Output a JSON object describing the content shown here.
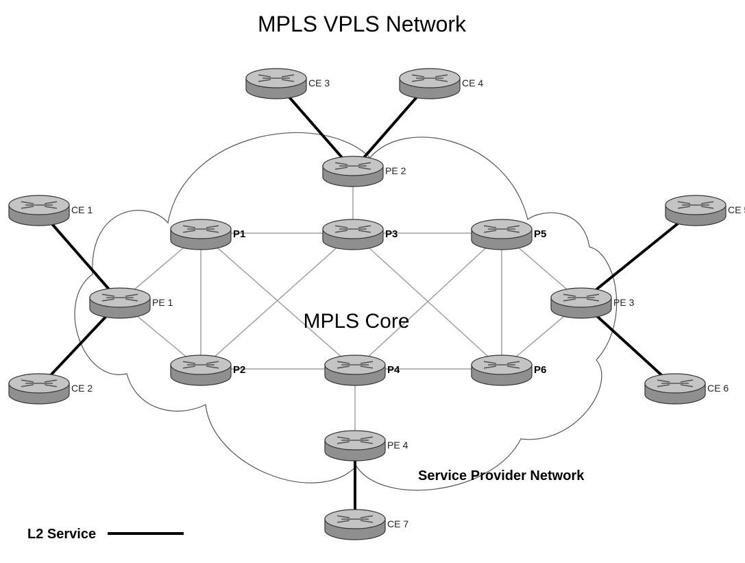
{
  "title": "MPLS VPLS Network",
  "core_label": "MPLS Core",
  "network_label": "Service Provider Network",
  "legend": {
    "label": "L2 Service"
  },
  "nodes": [
    {
      "id": "CE3",
      "label": "CE 3",
      "role": "ce"
    },
    {
      "id": "CE4",
      "label": "CE 4",
      "role": "ce"
    },
    {
      "id": "PE2",
      "label": "PE 2",
      "role": "pe"
    },
    {
      "id": "CE1",
      "label": "CE 1",
      "role": "ce"
    },
    {
      "id": "P1",
      "label": "P1",
      "role": "p"
    },
    {
      "id": "P3",
      "label": "P3",
      "role": "p"
    },
    {
      "id": "P5",
      "label": "P5",
      "role": "p"
    },
    {
      "id": "CE5",
      "label": "CE 5",
      "role": "ce"
    },
    {
      "id": "PE1",
      "label": "PE 1",
      "role": "pe"
    },
    {
      "id": "PE3",
      "label": "PE 3",
      "role": "pe"
    },
    {
      "id": "P2",
      "label": "P2",
      "role": "p"
    },
    {
      "id": "P4",
      "label": "P4",
      "role": "p"
    },
    {
      "id": "P6",
      "label": "P6",
      "role": "p"
    },
    {
      "id": "CE2",
      "label": "CE 2",
      "role": "ce"
    },
    {
      "id": "CE6",
      "label": "CE 6",
      "role": "ce"
    },
    {
      "id": "PE4",
      "label": "PE 4",
      "role": "pe"
    },
    {
      "id": "CE7",
      "label": "CE 7",
      "role": "ce"
    }
  ],
  "links": [
    {
      "from": "CE3",
      "to": "PE2",
      "type": "l2"
    },
    {
      "from": "CE4",
      "to": "PE2",
      "type": "l2"
    },
    {
      "from": "CE1",
      "to": "PE1",
      "type": "l2"
    },
    {
      "from": "CE2",
      "to": "PE1",
      "type": "l2"
    },
    {
      "from": "CE5",
      "to": "PE3",
      "type": "l2"
    },
    {
      "from": "CE6",
      "to": "PE3",
      "type": "l2"
    },
    {
      "from": "PE4",
      "to": "CE7",
      "type": "l2"
    },
    {
      "from": "PE2",
      "to": "P3",
      "type": "core"
    },
    {
      "from": "P1",
      "to": "P3",
      "type": "core"
    },
    {
      "from": "P3",
      "to": "P5",
      "type": "core"
    },
    {
      "from": "P1",
      "to": "P2",
      "type": "core"
    },
    {
      "from": "P1",
      "to": "P4",
      "type": "core"
    },
    {
      "from": "P1",
      "to": "PE1",
      "type": "core"
    },
    {
      "from": "P3",
      "to": "P2",
      "type": "core"
    },
    {
      "from": "P3",
      "to": "P6",
      "type": "core"
    },
    {
      "from": "P5",
      "to": "P4",
      "type": "core"
    },
    {
      "from": "P5",
      "to": "P6",
      "type": "core"
    },
    {
      "from": "P5",
      "to": "PE3",
      "type": "core"
    },
    {
      "from": "P2",
      "to": "P4",
      "type": "core"
    },
    {
      "from": "P4",
      "to": "P6",
      "type": "core"
    },
    {
      "from": "P2",
      "to": "PE1",
      "type": "core"
    },
    {
      "from": "P6",
      "to": "PE3",
      "type": "core"
    },
    {
      "from": "P4",
      "to": "PE4",
      "type": "core"
    }
  ]
}
